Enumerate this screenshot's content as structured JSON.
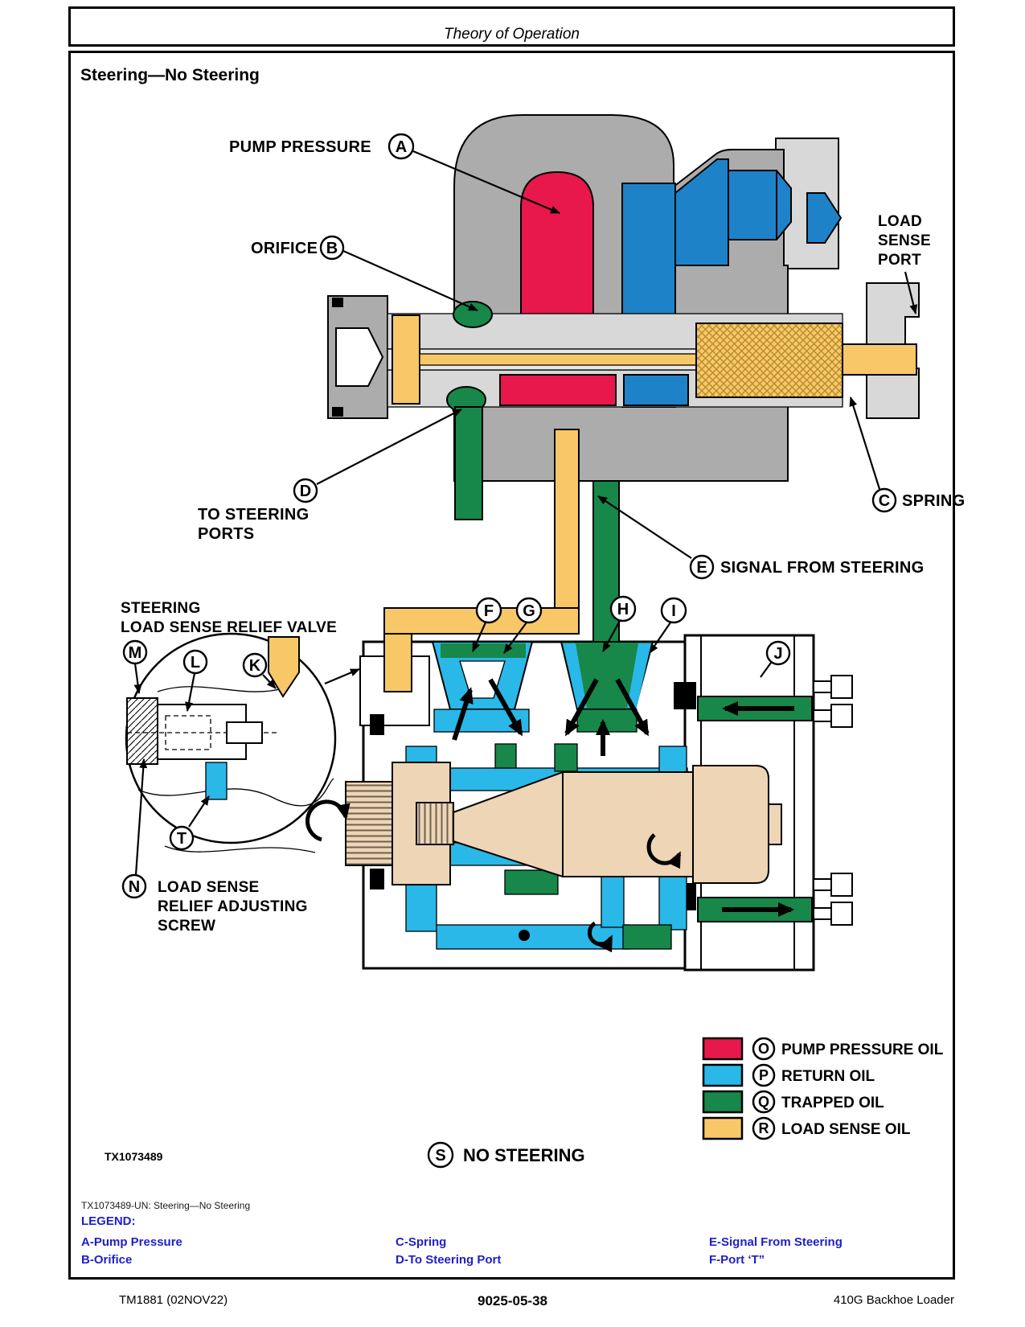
{
  "page": {
    "header_title": "Theory of Operation",
    "section_title": "Steering—No Steering",
    "caption": "TX1073489-UN: Steering—No Steering",
    "figure_id": "TX1073489",
    "footer": {
      "left": "TM1881 (02NOV22)",
      "center": "9025-05-38",
      "right": "410G Backhoe Loader"
    }
  },
  "colors": {
    "pump_pressure_oil": "#E8184C",
    "return_oil": "#29B8E8",
    "trapped_oil": "#17874A",
    "load_sense_oil": "#F8C868",
    "upper_valve_blue": "#1E82C8",
    "legend_text_blue": "#1F1FC8"
  },
  "labels": {
    "pump_pressure": "PUMP PRESSURE",
    "orifice": "ORIFICE",
    "load_sense_port": [
      "LOAD",
      "SENSE",
      "PORT"
    ],
    "to_steering_ports": [
      "TO STEERING",
      "PORTS"
    ],
    "spring": "SPRING",
    "signal_from_steering": "SIGNAL FROM STEERING",
    "relief_valve_title": [
      "STEERING",
      "LOAD SENSE RELIEF VALVE"
    ],
    "adjusting_screw": [
      "LOAD SENSE",
      "RELIEF ADJUSTING",
      "SCREW"
    ],
    "no_steering": "NO STEERING"
  },
  "callouts": {
    "A": "A",
    "B": "B",
    "C": "C",
    "D": "D",
    "E": "E",
    "F": "F",
    "G": "G",
    "H": "H",
    "I": "I",
    "J": "J",
    "K": "K",
    "L": "L",
    "M": "M",
    "N": "N",
    "S": "S",
    "T": "T"
  },
  "oil_legend": [
    {
      "letter": "O",
      "label": "PUMP PRESSURE OIL",
      "color": "#E8184C"
    },
    {
      "letter": "P",
      "label": "RETURN OIL",
      "color": "#29B8E8"
    },
    {
      "letter": "Q",
      "label": "TRAPPED OIL",
      "color": "#17874A"
    },
    {
      "letter": "R",
      "label": "LOAD SENSE OIL",
      "color": "#F8C868"
    }
  ],
  "legend_block": {
    "title": "LEGEND:",
    "columns": [
      [
        "A-Pump Pressure",
        "B-Orifice"
      ],
      [
        "C-Spring",
        "D-To Steering Port"
      ],
      [
        "E-Signal From Steering",
        "F-Port ‘T”"
      ]
    ]
  }
}
